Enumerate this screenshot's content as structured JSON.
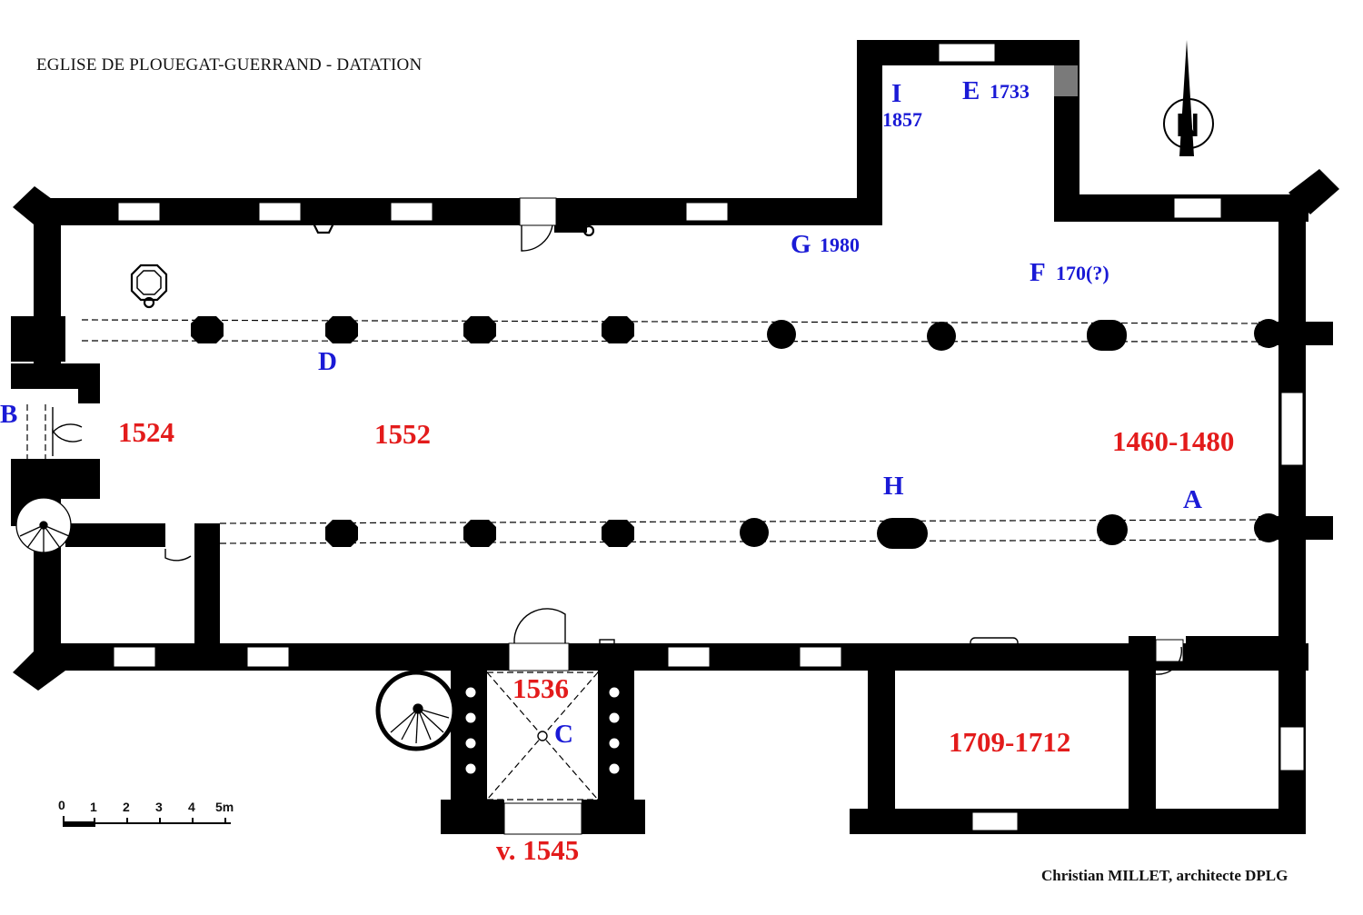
{
  "title": "EGLISE DE PLOUEGAT-GUERRAND - DATATION",
  "credit": "Christian MILLET, architecte DPLG",
  "colors": {
    "date": "#e31b1b",
    "annotation": "#1a1ad6",
    "wall": "#000000"
  },
  "dates": {
    "d1524": "1524",
    "d1552": "1552",
    "d1460": "1460-1480",
    "d1536": "1536",
    "d1709": "1709-1712",
    "d1545": "v. 1545"
  },
  "annotations": {
    "A": {
      "letter": "A"
    },
    "B": {
      "letter": "B"
    },
    "C": {
      "letter": "C"
    },
    "D": {
      "letter": "D"
    },
    "E": {
      "letter": "E",
      "date": "1733"
    },
    "F": {
      "letter": "F",
      "date": "170(?)"
    },
    "G": {
      "letter": "G",
      "date": "1980"
    },
    "H": {
      "letter": "H"
    },
    "I": {
      "letter": "I",
      "date": "1857"
    }
  },
  "scale": {
    "ticks": [
      "0",
      "1",
      "2",
      "3",
      "4",
      "5m"
    ]
  },
  "north_arrow": {
    "icon": "north-arrow-icon",
    "label": "N"
  }
}
